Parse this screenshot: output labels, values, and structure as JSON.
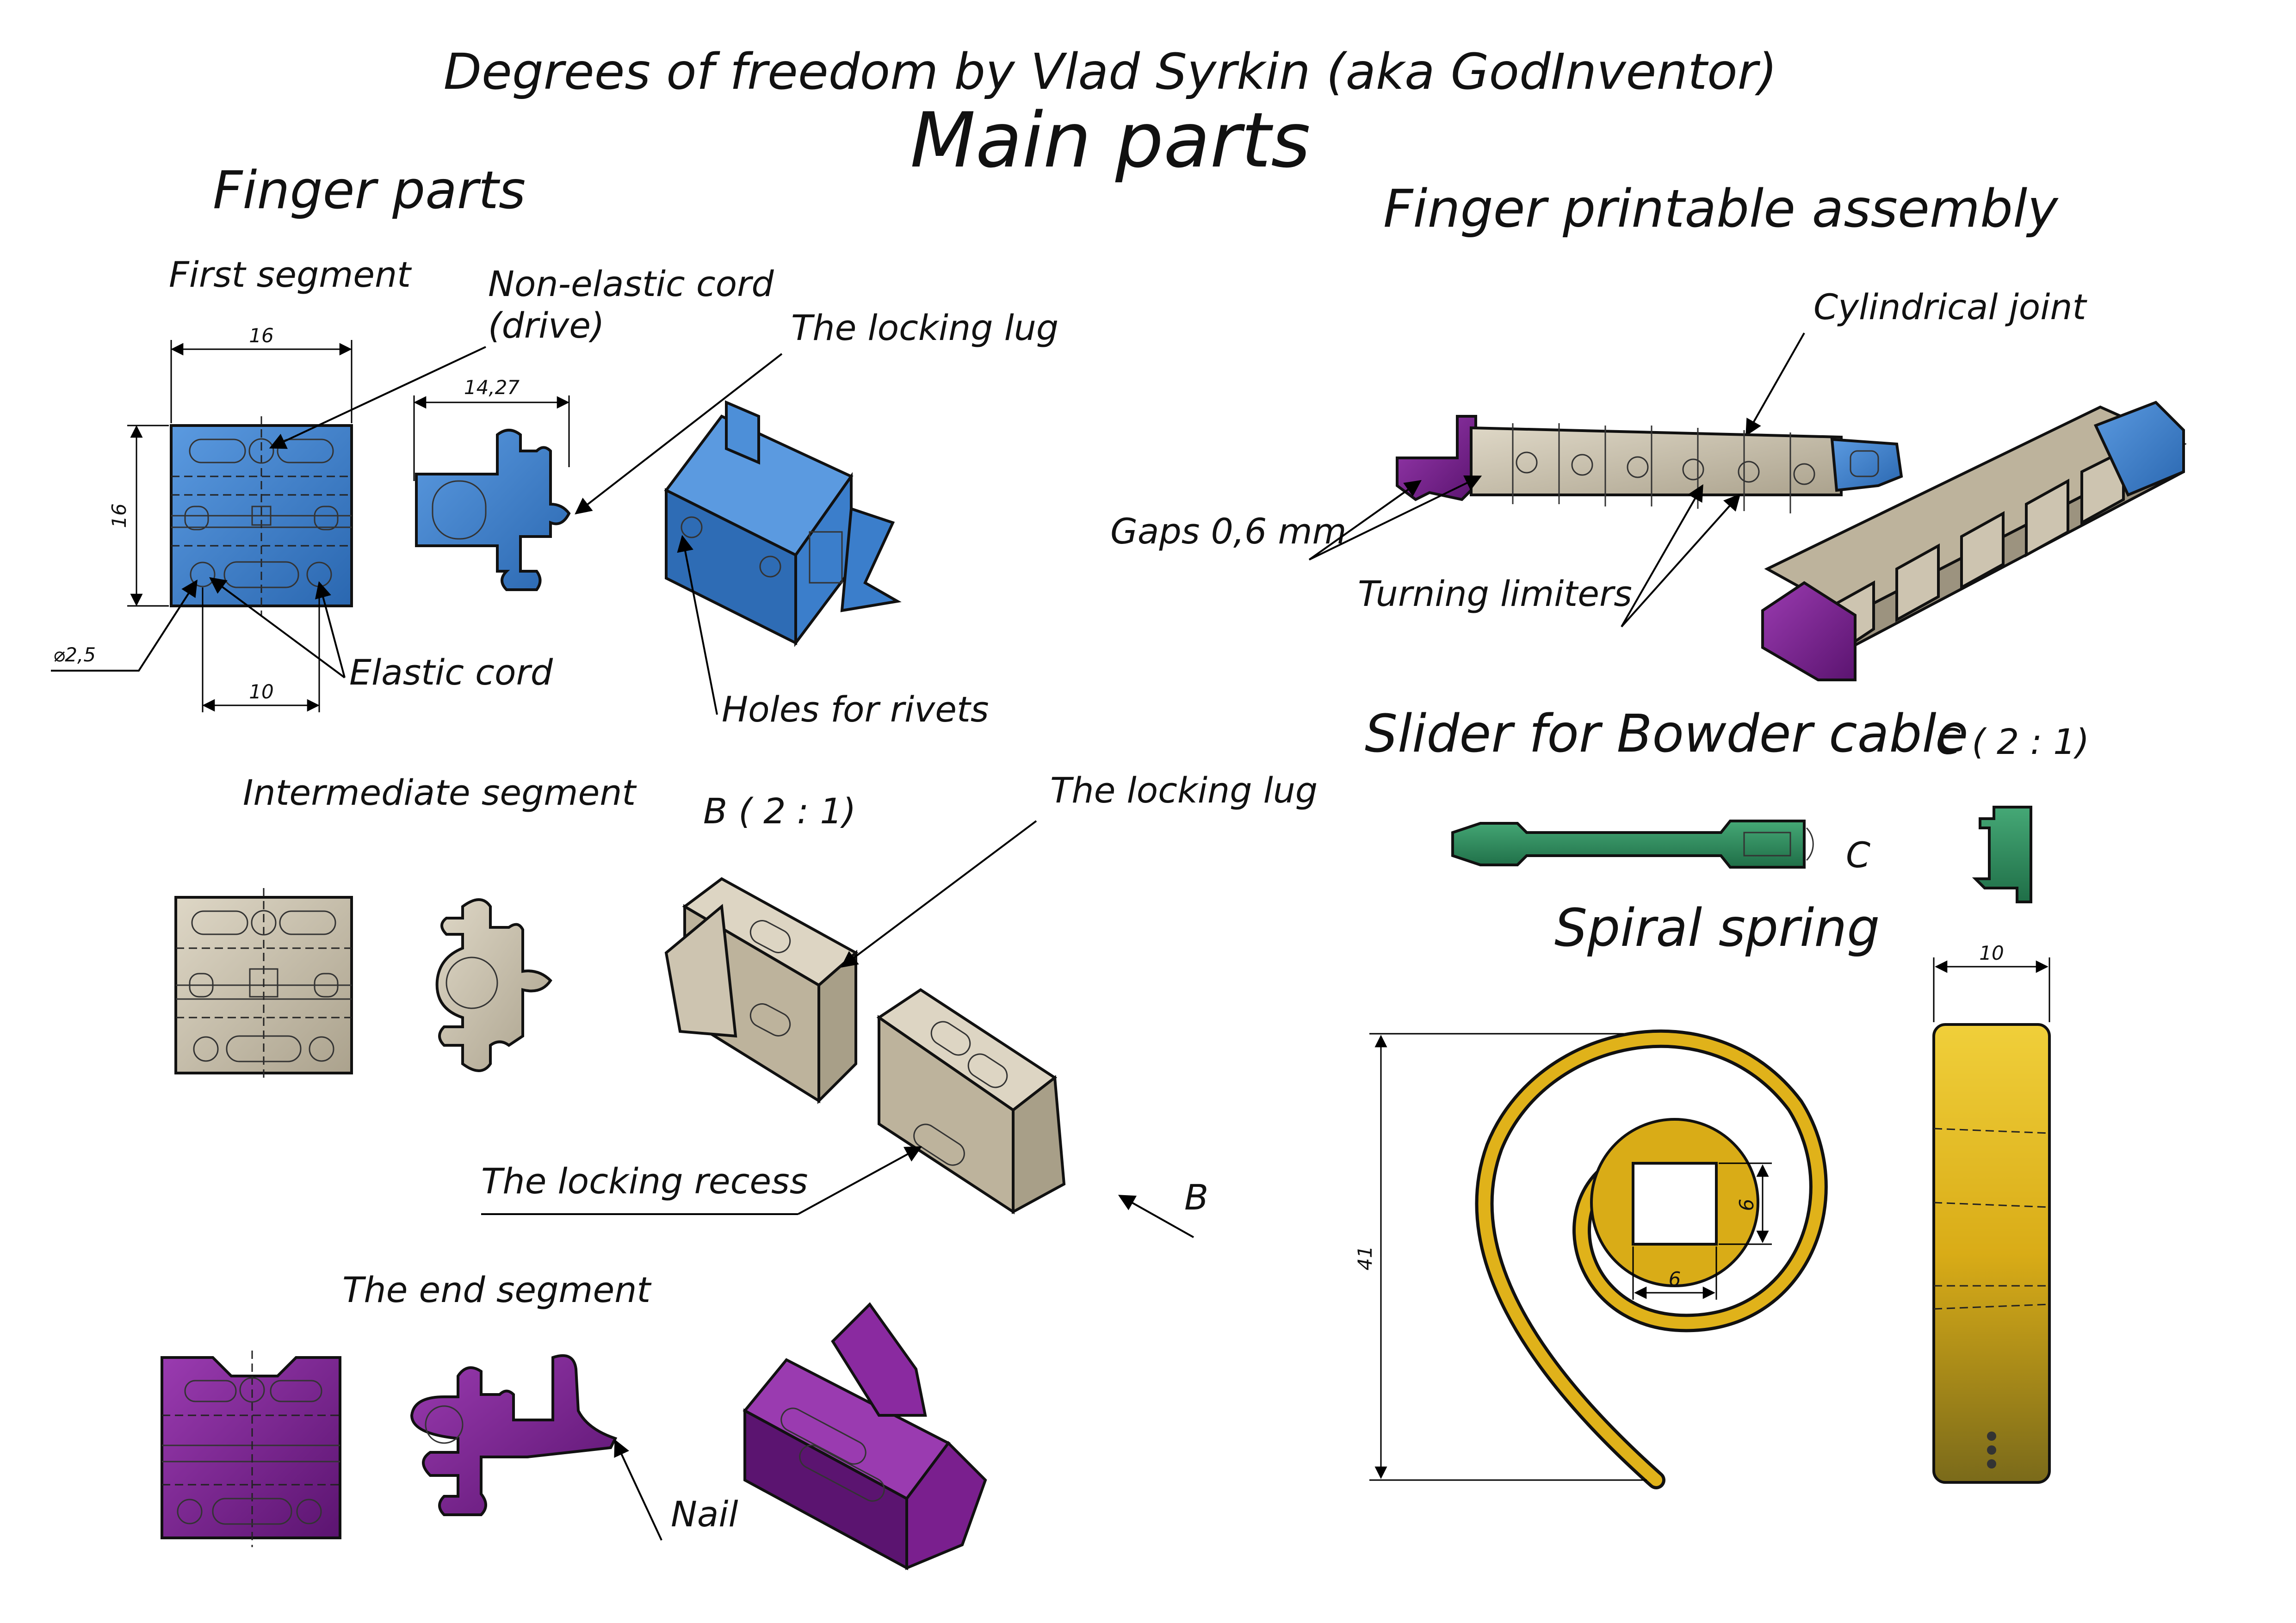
{
  "title": "Degrees of freedom by Vlad Syrkin (aka GodInventor)",
  "subtitle": "Main parts",
  "colors": {
    "blue": "#3b7ecb",
    "beige": "#cdc4b0",
    "purple": "#7a1f8e",
    "green": "#2f8f5f",
    "yellow": "#e0b21a"
  },
  "finger_parts": {
    "heading": "Finger parts",
    "first_segment": {
      "label": "First segment",
      "dim_width": "16",
      "dim_height": "16",
      "dim_hole_spacing": "10",
      "dim_hole_dia": "⌀2,5",
      "dim_side_width": "14,27",
      "non_elastic_cord_line1": "Non-elastic cord",
      "non_elastic_cord_line2": "(drive)",
      "locking_lug": "The locking lug",
      "elastic_cord": "Elastic cord",
      "holes_for_rivets": "Holes for rivets"
    },
    "intermediate_segment": {
      "label": "Intermediate segment",
      "detail_b": "B ( 2 : 1)",
      "locking_lug": "The locking lug",
      "locking_recess": "The locking recess",
      "view_b": "B"
    },
    "end_segment": {
      "label": "The end segment",
      "nail": "Nail"
    }
  },
  "assembly": {
    "heading": "Finger printable assembly",
    "cylindrical_joint": "Cylindrical joint",
    "gaps": "Gaps 0,6 mm",
    "turning_limiters": "Turning limiters"
  },
  "slider": {
    "heading": "Slider for Bowder cable",
    "detail_c": "C ( 2 : 1)",
    "view_c": "C"
  },
  "spring": {
    "heading": "Spiral spring",
    "dim_height": "41",
    "dim_square_w": "6",
    "dim_square_h": "6",
    "dim_width": "10"
  }
}
